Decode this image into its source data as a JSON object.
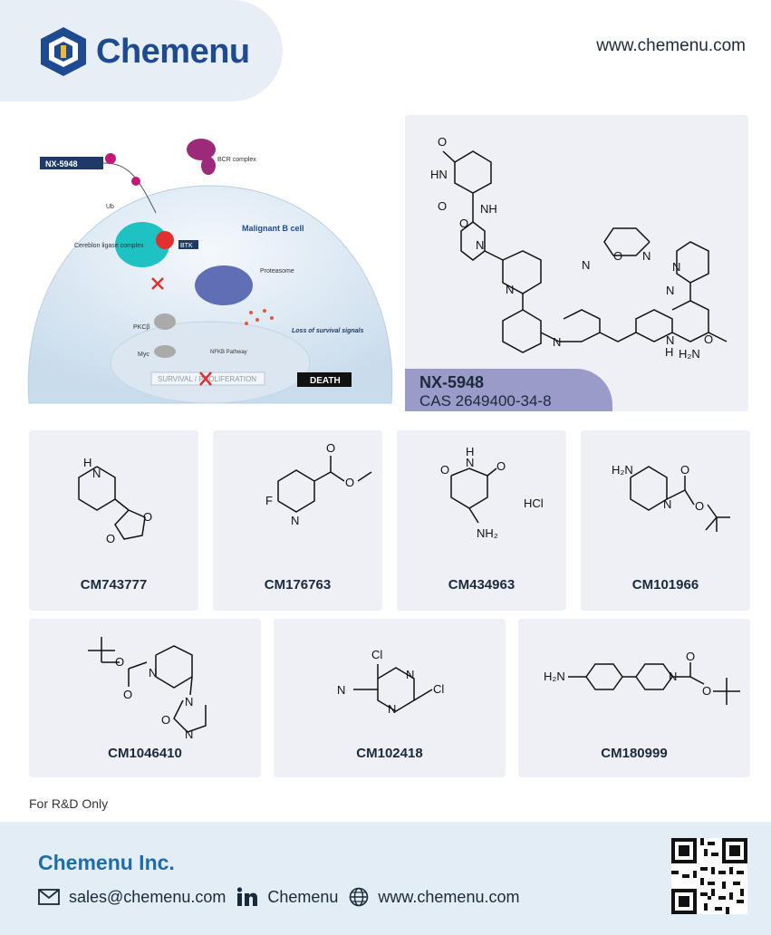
{
  "brand": {
    "name": "Chemenu",
    "website": "www.chemenu.com"
  },
  "figure": {
    "drug_tag": "NX-5948",
    "bcr": "BCR complex",
    "ub": "Ub",
    "malignant": "Malignant B cell",
    "cereblon": "Cereblon ligase complex",
    "btk": "BTK",
    "proteasome": "Proteasome",
    "pkcb": "PKCβ",
    "myc": "Myc",
    "nfkb": "NFKB Pathway",
    "loss": "Loss of survival signals",
    "survival": "SURVIVAL / PROLIFERATION",
    "death": "DEATH"
  },
  "main_compound": {
    "name": "NX-5948",
    "cas": "CAS 2649400-34-8"
  },
  "compounds": [
    {
      "code": "CM743777"
    },
    {
      "code": "CM176763"
    },
    {
      "code": "CM434963",
      "salt": "HCl"
    },
    {
      "code": "CM101966"
    },
    {
      "code": "CM1046410"
    },
    {
      "code": "CM102418"
    },
    {
      "code": "CM180999"
    }
  ],
  "atoms": {
    "O": "O",
    "N": "N",
    "H": "H",
    "HN": "HN",
    "NH": "NH",
    "NH2": "NH₂",
    "H2N": "H₂N",
    "F": "F",
    "Cl": "Cl"
  },
  "disclaimer": "For R&D Only",
  "footer": {
    "company": "Chemenu Inc.",
    "email": "sales@chemenu.com",
    "linkedin": "Chemenu",
    "website": "www.chemenu.com"
  },
  "icons": [
    "chemenu-logo-icon",
    "mail-icon",
    "linkedin-icon",
    "globe-icon",
    "qr-code-icon"
  ],
  "colors": {
    "brand_blue": "#1e4b8f",
    "footer_bg": "#e2edf5",
    "card_bg": "#eef0f5",
    "label_purple": "#9b9bc9"
  }
}
